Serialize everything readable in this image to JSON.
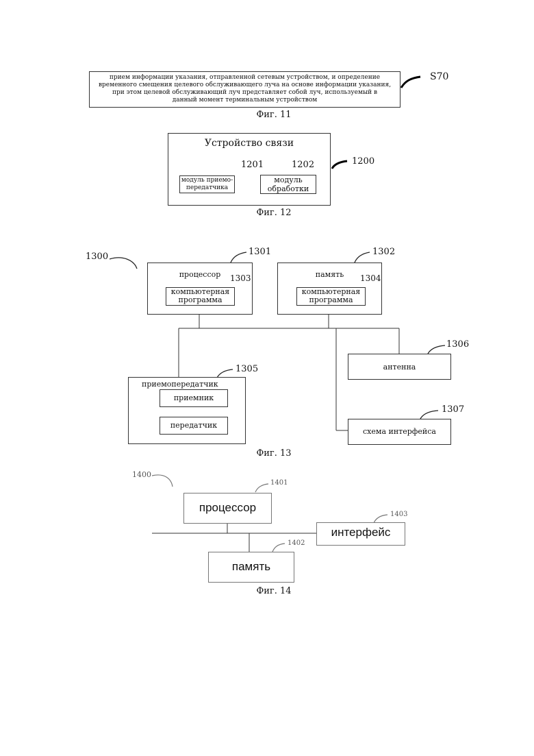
{
  "fig11": {
    "text_line1": "прием информации указания, отправленной сетевым устройством, и определение",
    "text_line2": "временного смещения целевого обслуживающего луча на основе информации указания,",
    "text_line3": "при этом целевой обслуживающий луч представляет собой луч, используемый в",
    "text_line4": "данный момент терминальным устройством",
    "ref": "S70",
    "caption": "Фиг. 11"
  },
  "fig12": {
    "title": "Устройство связи",
    "ref_device": "1200",
    "ref_transceiver": "1201",
    "ref_processing": "1202",
    "transceiver_line1": "модуль приемо-",
    "transceiver_line2": "передатчика",
    "processing_line1": "модуль",
    "processing_line2": "обработки",
    "caption": "Фиг. 12"
  },
  "fig13": {
    "ref_device": "1300",
    "ref_processor": "1301",
    "ref_memory": "1302",
    "ref_program1": "1303",
    "ref_program2": "1304",
    "ref_transceiver": "1305",
    "ref_antenna": "1306",
    "ref_interface": "1307",
    "processor": "процессор",
    "memory": "память",
    "program_line1": "компьютерная",
    "program_line2": "программа",
    "transceiver": "приемопередатчик",
    "receiver": "приемник",
    "transmitter": "передатчик",
    "antenna": "антенна",
    "interface": "схема интерфейса",
    "caption": "Фиг. 13"
  },
  "fig14": {
    "ref_device": "1400",
    "ref_processor": "1401",
    "ref_memory": "1402",
    "ref_interface": "1403",
    "processor": "процессор",
    "interface": "интерфейс",
    "memory": "память",
    "caption": "Фиг. 14"
  }
}
